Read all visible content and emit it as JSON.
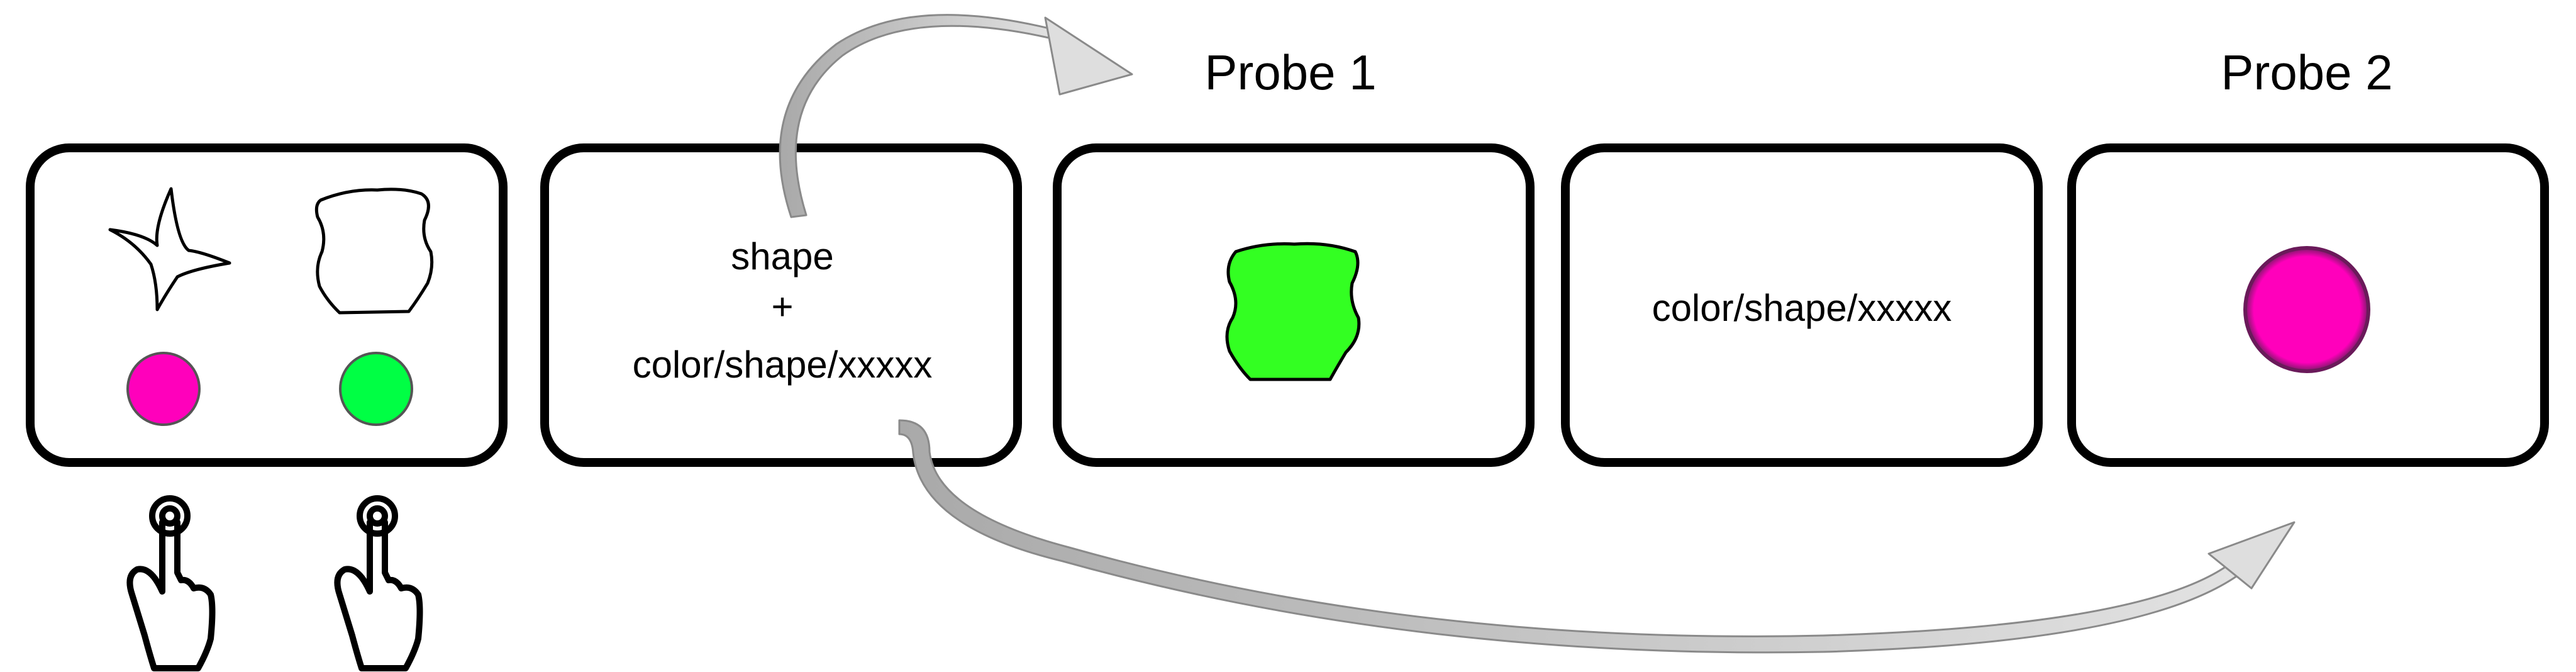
{
  "probe1": {
    "label": "Probe 1"
  },
  "probe2": {
    "label": "Probe 2"
  },
  "panel2": {
    "line1": "shape",
    "line2": "+",
    "line3": "color/shape/xxxxx"
  },
  "panel4": {
    "text": "color/shape/xxxxx"
  },
  "colors": {
    "magenta": "#ff00bb",
    "bright_green": "#00ff44",
    "lime_green": "#33ff22",
    "arrow_gray": "#c8c8c8",
    "outline": "#000000"
  },
  "icons": [
    "star-shape-icon",
    "blob-shape-icon",
    "magenta-circle-icon",
    "green-circle-icon",
    "pointing-hand-icon",
    "curved-arrow-icon"
  ]
}
